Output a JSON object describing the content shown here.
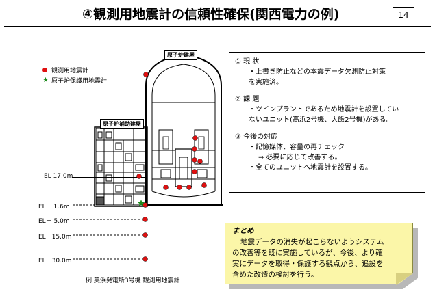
{
  "header": {
    "title": "④観測用地震計の信頼性確保(関西電力の例)",
    "page_number": "14"
  },
  "legend": {
    "items": [
      {
        "symbol": "red-dot",
        "label": "観測用地震計",
        "color": "#e01010"
      },
      {
        "symbol": "green-star",
        "label": "原子炉保護用地震計",
        "color": "#1a8a1a"
      }
    ]
  },
  "diagram": {
    "reactor_building_label": "原子炉建屋",
    "auxiliary_building_label": "原子炉補助建屋",
    "elevations": [
      {
        "label": "EL    17.0m"
      },
      {
        "label": "EL－  1.6m"
      },
      {
        "label": "EL－  5.0m"
      },
      {
        "label": "EL－15.0m"
      },
      {
        "label": "EL－30.0m"
      }
    ],
    "caption": "例  美浜発電所3号機  観測用地震計"
  },
  "info": {
    "sections": [
      {
        "heading": "① 現  状",
        "lines": [
          "・上書き防止などの本震データ欠測防止対策",
          "を実施済。"
        ]
      },
      {
        "heading": "② 課  題",
        "lines": [
          "・ツインプラントであるため地震計を設置してい",
          "ないユニット(高浜2号機、大飯2号機)がある。"
        ]
      },
      {
        "heading": "③ 今後の対応",
        "lines": [
          "・記憶媒体、容量の再チェック",
          "⇒  必要に応じて改善する。",
          "・全てのユニットへ地震計を設置する。"
        ]
      }
    ]
  },
  "summary": {
    "title": "まとめ",
    "lines": [
      "地震データの消失が起こらないようシステム",
      "の改善等を既に実施しているが、今後、より確",
      "実にデータを取得・保護する観点から、追設を",
      "含めた改造の検討を行う。"
    ]
  }
}
